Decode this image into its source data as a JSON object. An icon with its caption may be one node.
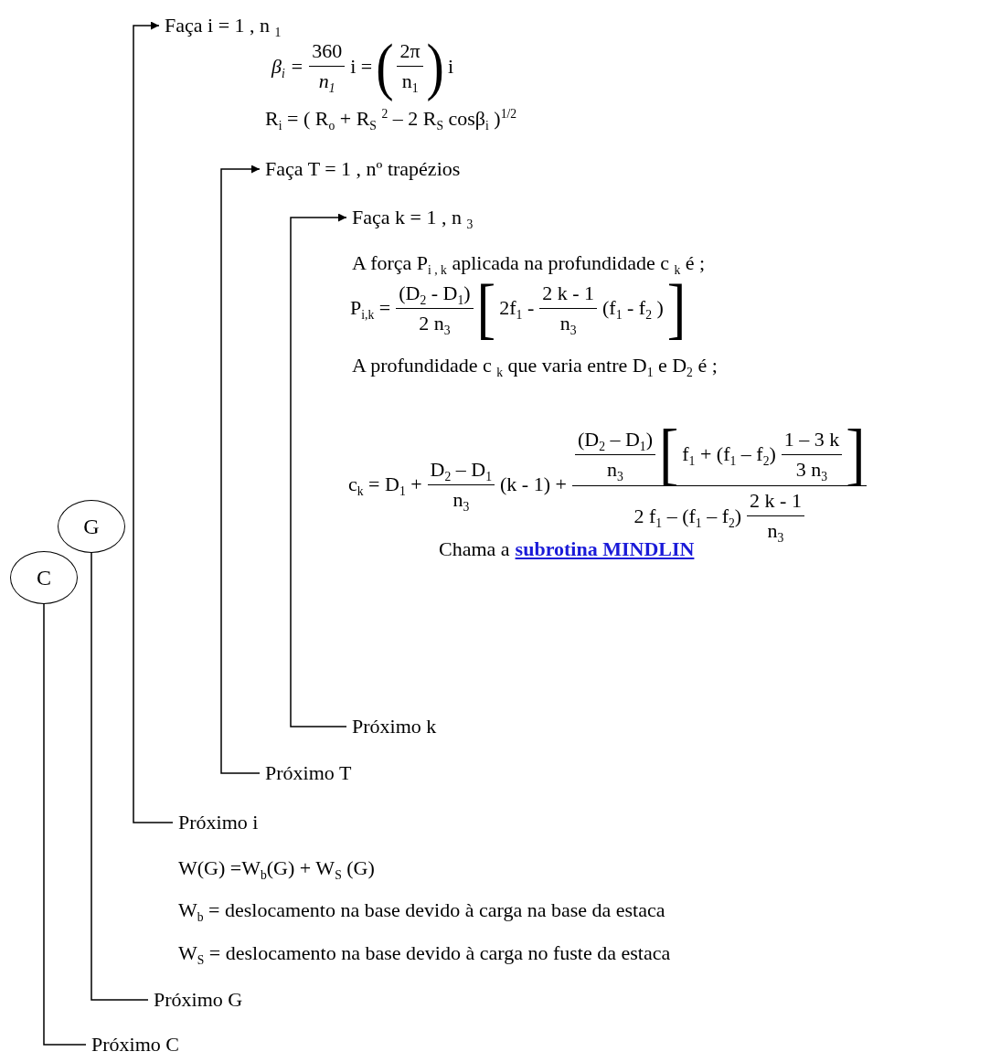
{
  "diagram": {
    "nodes": [
      {
        "text": [
          "Faça  i  =  1 , n $_{1}$"
        ]
      },
      {
        "text": [
          "Faça T = 1 , nº trapézios"
        ]
      },
      {
        "text": [
          "Faça k = 1 , n $_{3}$"
        ]
      },
      {
        "text": [
          "G"
        ]
      },
      {
        "text": [
          "C"
        ]
      },
      {
        "text": [
          "Próximo k"
        ]
      },
      {
        "text": [
          "Próximo T"
        ]
      },
      {
        "text": [
          "Próximo  i"
        ]
      },
      {
        "text": [
          "Próximo G"
        ]
      },
      {
        "text": [
          "Próximo C"
        ]
      }
    ],
    "edges": [
      {
        "from": 7,
        "to": 0,
        "arrow": "to"
      },
      {
        "from": 6,
        "to": 1,
        "arrow": "to"
      },
      {
        "from": 5,
        "to": 2,
        "arrow": "to"
      },
      {
        "from": 3,
        "to": 8,
        "arrow": "none"
      },
      {
        "from": 4,
        "to": 9,
        "arrow": "none"
      }
    ],
    "labels": [
      "β$_{i}$ =",
      "360",
      "n$_{1}$",
      "i =",
      "(",
      "2π",
      "n$_{1}$",
      ")",
      "i",
      "R$_{i}$ = ( R$_{o}$ + R$_{S}$ $^{2}$ – 2 R$_{S}$ cosβ$_{i}$ )$^{1/2}$",
      "A força P$_{i , k}$  aplicada na profundidade c $_{k}$  é ;",
      "P$_{i,k}$ =",
      "(D$_{2}$ - D$_{1}$)",
      "2 n$_{3}$",
      "[",
      "2f$_{1}$ -",
      "2 k - 1",
      "n$_{3}$",
      "(f$_{1}$ - f$_{2}$ )",
      "]",
      "A profundidade c $_{k}$ que varia entre D$_{1}$ e D$_{2}$ é ;",
      "c$_{k}$ = D$_{1}$ +",
      "D$_{2}$ – D$_{1}$",
      "n$_{3}$",
      "(k - 1) +",
      "(D$_{2}$ – D$_{1}$)",
      "n$_{3}$",
      "[",
      "f$_{1}$ + (f$_{1}$ – f$_{2}$)",
      "1 – 3 k",
      "3 n$_{3}$",
      "]",
      "2 f$_{1}$ – (f$_{1}$ – f$_{2}$)",
      "2 k - 1",
      "n$_{3}$",
      "Chama a",
      "subrotina MINDLIN",
      "W(G) =W$_{b}$(G) + W$_{S}$ (G)",
      "W$_{b}$  = deslocamento na base devido à carga na base da estaca",
      "W$_{S}$ = deslocamento na base devido à carga no fuste da estaca"
    ]
  }
}
